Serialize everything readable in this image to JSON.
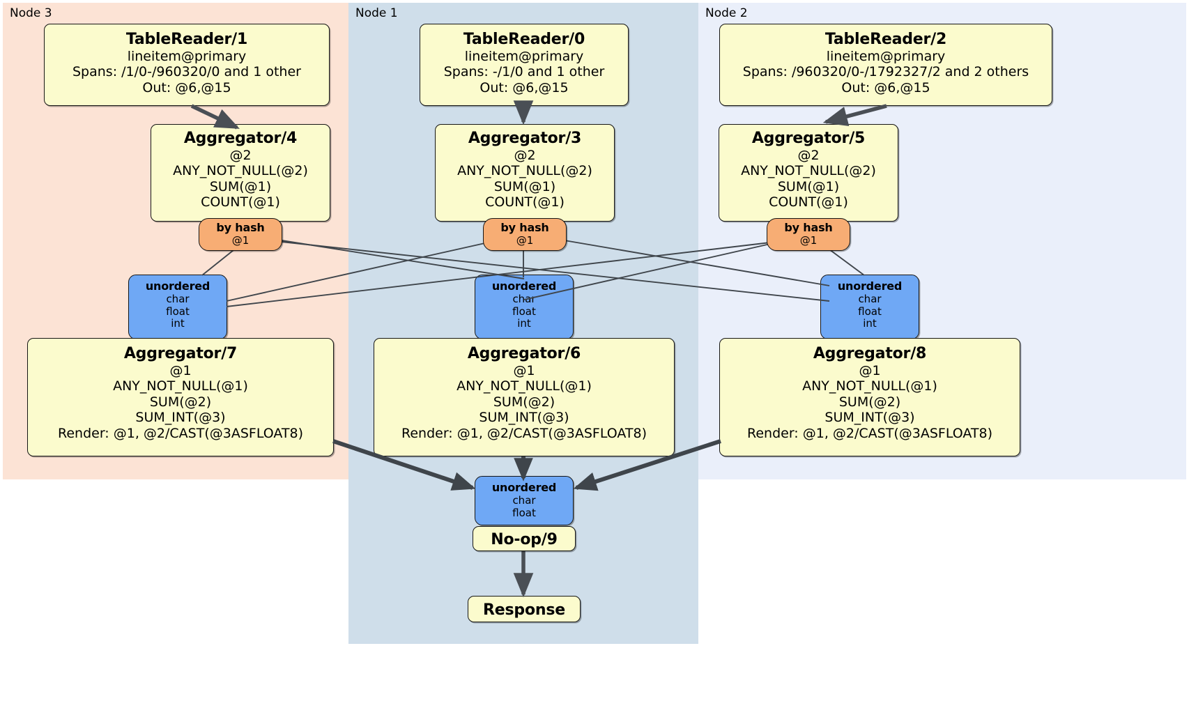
{
  "diagram": {
    "title": "Distributed query execution plan",
    "colors": {
      "node3_panel": "#fce3d5",
      "node1_panel": "#cfdeea",
      "node2_panel": "#eaeffa",
      "processor_box": "#fbfbcd",
      "hash_router": "#f7ad74",
      "stream_box": "#6fa8f5",
      "edge": "#4a4f55",
      "border": "#151515"
    }
  },
  "panels": [
    {
      "id": "node3",
      "label": "Node 3"
    },
    {
      "id": "node1",
      "label": "Node 1"
    },
    {
      "id": "node2",
      "label": "Node 2"
    }
  ],
  "nodes": {
    "table_reader_1": {
      "title": "TableReader/1",
      "lines": [
        "lineitem@primary",
        "Spans: /1/0-/960320/0 and 1 other",
        "Out: @6,@15"
      ]
    },
    "table_reader_0": {
      "title": "TableReader/0",
      "lines": [
        "lineitem@primary",
        "Spans: -/1/0 and 1 other",
        "Out: @6,@15"
      ]
    },
    "table_reader_2": {
      "title": "TableReader/2",
      "lines": [
        "lineitem@primary",
        "Spans: /960320/0-/1792327/2 and 2 others",
        "Out: @6,@15"
      ]
    },
    "aggregator_4": {
      "title": "Aggregator/4",
      "lines": [
        "@2",
        "ANY_NOT_NULL(@2)",
        "SUM(@1)",
        "COUNT(@1)"
      ]
    },
    "aggregator_3": {
      "title": "Aggregator/3",
      "lines": [
        "@2",
        "ANY_NOT_NULL(@2)",
        "SUM(@1)",
        "COUNT(@1)"
      ]
    },
    "aggregator_5": {
      "title": "Aggregator/5",
      "lines": [
        "@2",
        "ANY_NOT_NULL(@2)",
        "SUM(@1)",
        "COUNT(@1)"
      ]
    },
    "hash_router_left": {
      "title": "by hash",
      "lines": [
        "@1"
      ]
    },
    "hash_router_center": {
      "title": "by hash",
      "lines": [
        "@1"
      ]
    },
    "hash_router_right": {
      "title": "by hash",
      "lines": [
        "@1"
      ]
    },
    "stream_left": {
      "title": "unordered",
      "lines": [
        "char",
        "float",
        "int"
      ]
    },
    "stream_center": {
      "title": "unordered",
      "lines": [
        "char",
        "float",
        "int"
      ]
    },
    "stream_right": {
      "title": "unordered",
      "lines": [
        "char",
        "float",
        "int"
      ]
    },
    "aggregator_7": {
      "title": "Aggregator/7",
      "lines": [
        "@1",
        "ANY_NOT_NULL(@1)",
        "SUM(@2)",
        "SUM_INT(@3)",
        "Render: @1, @2/CAST(@3ASFLOAT8)"
      ]
    },
    "aggregator_6": {
      "title": "Aggregator/6",
      "lines": [
        "@1",
        "ANY_NOT_NULL(@1)",
        "SUM(@2)",
        "SUM_INT(@3)",
        "Render: @1, @2/CAST(@3ASFLOAT8)"
      ]
    },
    "aggregator_8": {
      "title": "Aggregator/8",
      "lines": [
        "@1",
        "ANY_NOT_NULL(@1)",
        "SUM(@2)",
        "SUM_INT(@3)",
        "Render: @1, @2/CAST(@3ASFLOAT8)"
      ]
    },
    "stream_final": {
      "title": "unordered",
      "lines": [
        "char",
        "float"
      ]
    },
    "noop_9": {
      "title": "No-op/9",
      "lines": []
    },
    "response": {
      "title": "Response",
      "lines": []
    }
  }
}
